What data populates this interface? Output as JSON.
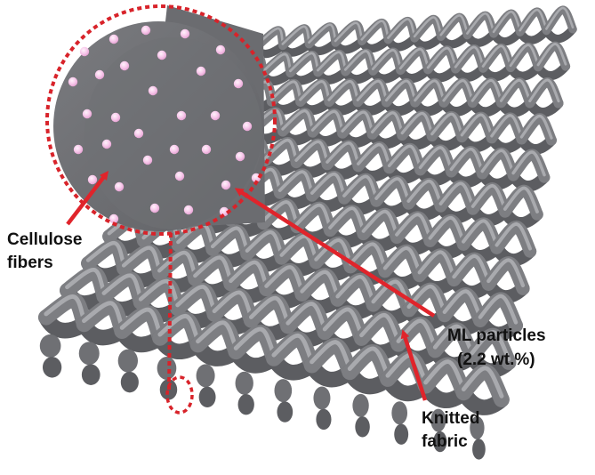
{
  "labels": {
    "cellulose_line1": "Cellulose",
    "cellulose_line2": "fibers",
    "ml_line1": "ML particles",
    "ml_line2": "(2.2 wt.%)",
    "knitted_line1": "Knitted",
    "knitted_line2": "fabric"
  },
  "colors": {
    "fiber": "#7d7e82",
    "fiber_dark": "#5c5d61",
    "fiber_light": "#a9aaae",
    "fiber_section": "#6f7074",
    "particle": "#f7c7ea",
    "arrow": "#e0242b",
    "zoom_outline": "#d8232a"
  },
  "icons": {
    "zoom": "magnified-fiber-cross-section",
    "particle": "pink-dot",
    "pointer": "red-arrow"
  }
}
